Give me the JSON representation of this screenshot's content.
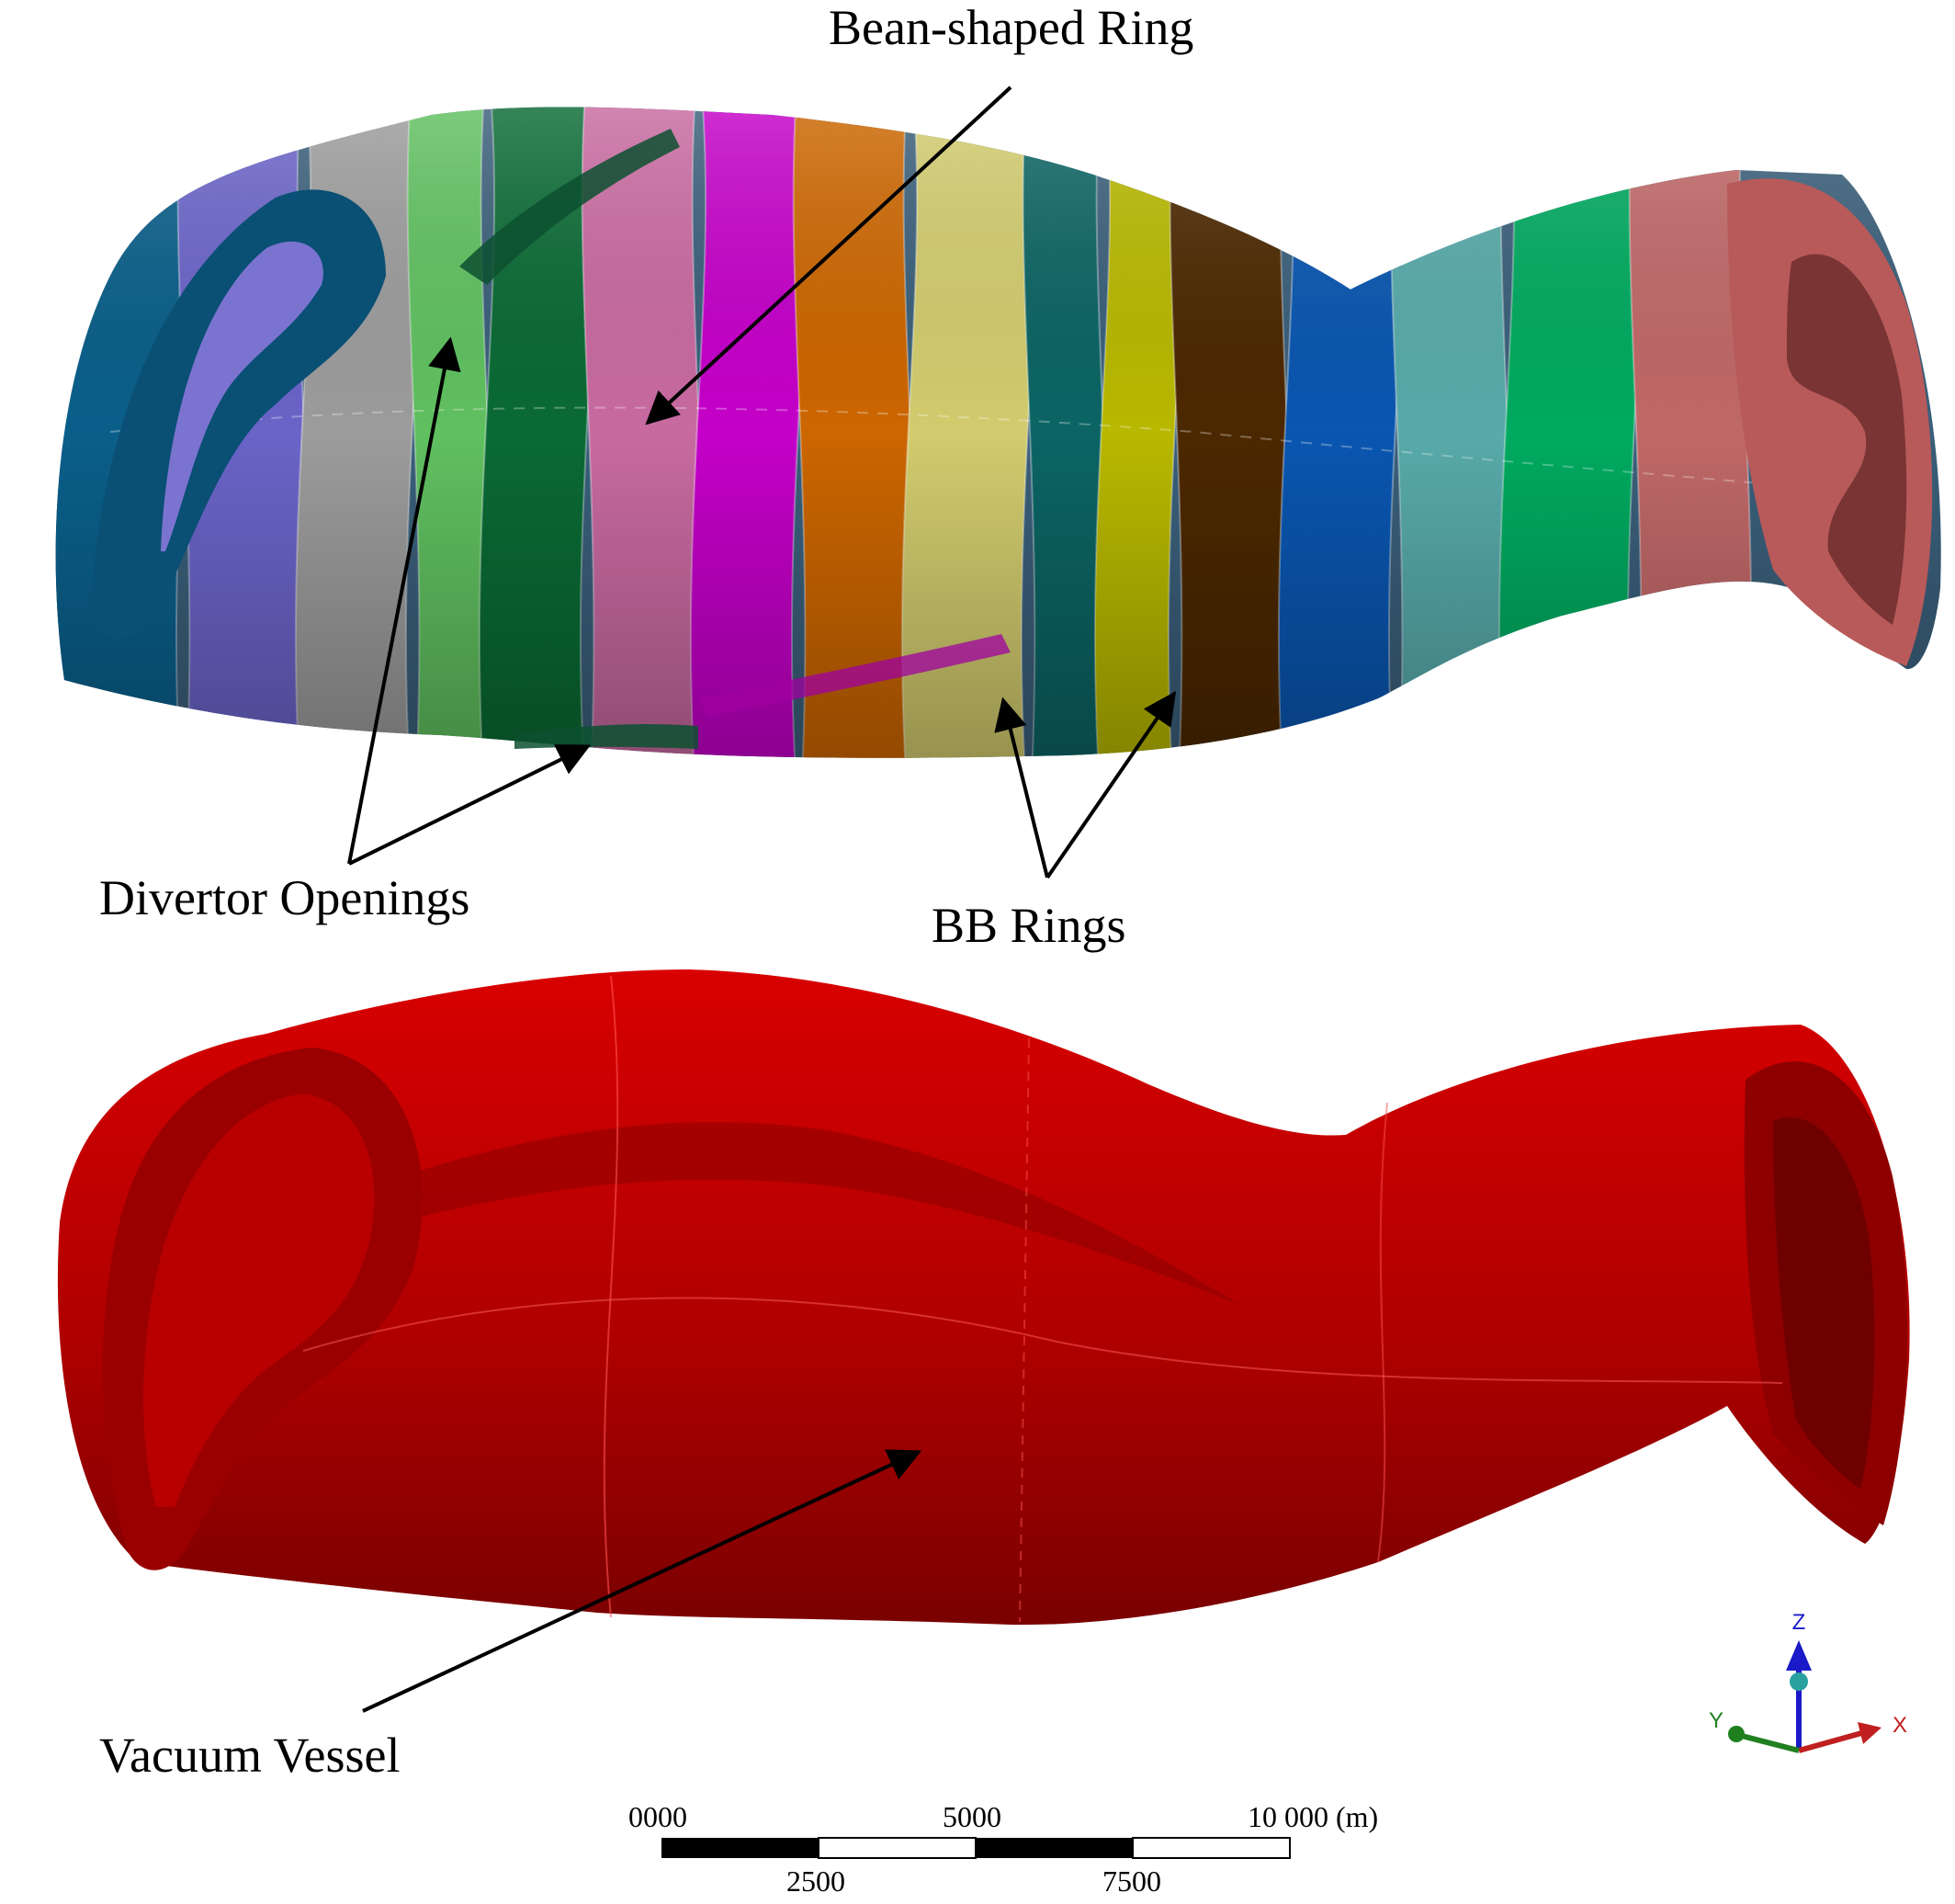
{
  "labels": {
    "bean_shaped_ring": "Bean-shaped Ring",
    "divertor_openings": "Divertor Openings",
    "bb_rings": "BB Rings",
    "vacuum_vessel": "Vacuum Vessel"
  },
  "axes": {
    "z": "Z",
    "y": "Y",
    "x": "X"
  },
  "scale_bar": {
    "top_labels": [
      "0000",
      "5000",
      "10 000 (m)"
    ],
    "bottom_labels": [
      "2500",
      "7500"
    ]
  },
  "colors": {
    "vessel": "#c20000",
    "vessel_dark": "#7a0000",
    "ring_palette": [
      "#0a5f8a",
      "#6a64c8",
      "#9c9c9c",
      "#60c060",
      "#0a6a34",
      "#c86aa0",
      "#c400c8",
      "#cc6600",
      "#d2cc6e",
      "#0c6464",
      "#b8b800",
      "#4c2800",
      "#0a56b0",
      "#58aaaa",
      "#00aa60",
      "#c06868"
    ],
    "axis_x": "#c02020",
    "axis_y": "#208020",
    "axis_z": "#1a1ac8"
  }
}
